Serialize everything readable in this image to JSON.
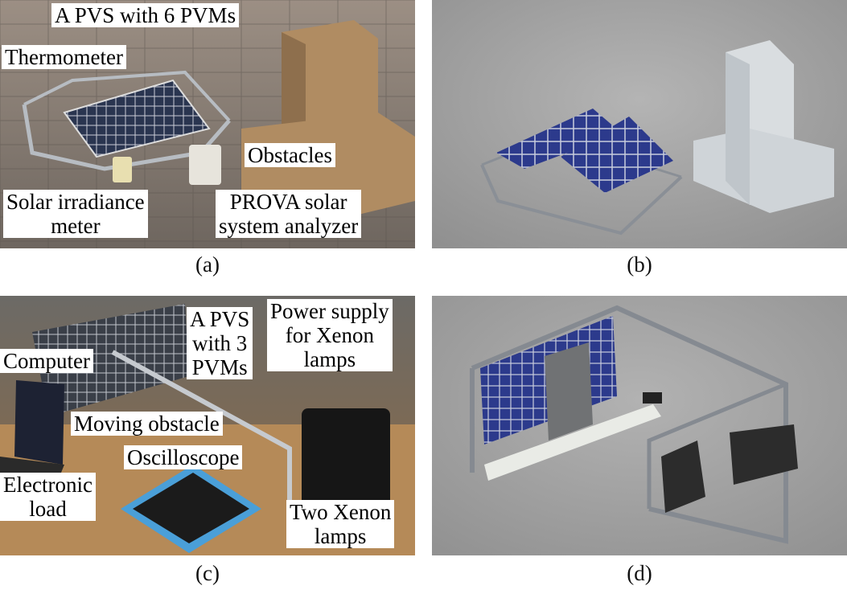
{
  "panels": {
    "a": {
      "caption": "(a)",
      "labels": {
        "pvs": "A PVS with 6 PVMs",
        "thermometer": "Thermometer",
        "obstacles": "Obstacles",
        "irradiance_line1": "Solar irradiance",
        "irradiance_line2": "meter",
        "prova_line1": "PROVA solar",
        "prova_line2": "system analyzer"
      }
    },
    "b": {
      "caption": "(b)"
    },
    "c": {
      "caption": "(c)",
      "labels": {
        "pvs_line1": "A PVS",
        "pvs_line2": "with 3",
        "pvs_line3": "PVMs",
        "power_line1": "Power supply",
        "power_line2": "for Xenon",
        "power_line3": "lamps",
        "computer": "Computer",
        "moving_obstacle": "Moving obstacle",
        "oscilloscope": "Oscilloscope",
        "load_line1": "Electronic",
        "load_line2": "load",
        "xenon_line1": "Two Xenon",
        "xenon_line2": "lamps"
      }
    },
    "d": {
      "caption": "(d)"
    }
  },
  "colors": {
    "panel_blue": "#2c3a8c",
    "frame_gray": "#8a8f96",
    "render_bg": "#a4a4a4"
  }
}
